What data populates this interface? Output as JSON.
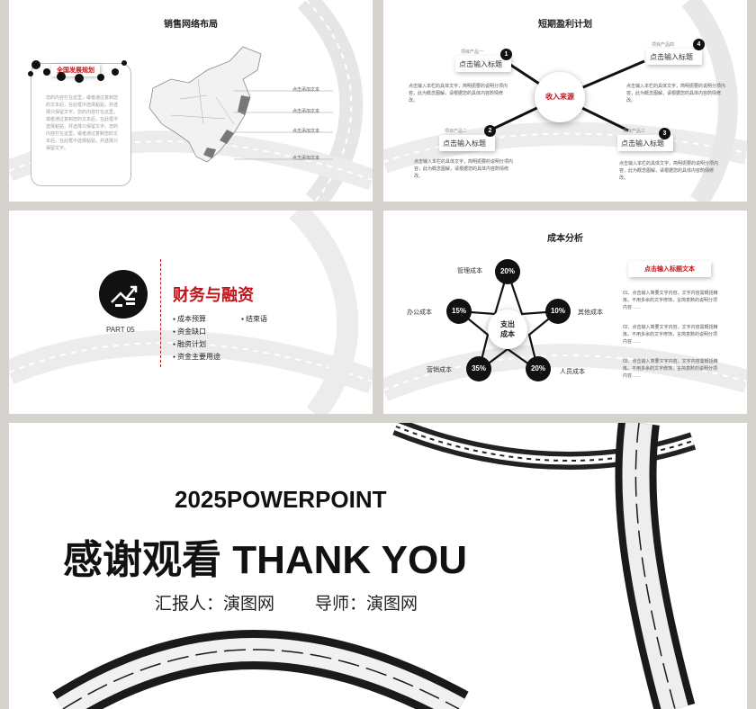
{
  "slide1": {
    "title": "销售网络布局",
    "card_title": "全国发展规划",
    "card_text": "您的内容打在这里，或者通过复制您的文本后，在此框中选择粘贴，并选择只保留文字。您的内容打在这里，或者通过复制您的文本后，在此框中选择粘贴，并选择只保留文字。您的内容打在这里，或者通过复制您的文本后，在此框中选择粘贴，并选择只保留文字。",
    "labels": [
      "点击添加文本",
      "点击添加文本",
      "点击添加文本",
      "点击添加文本"
    ]
  },
  "slide2": {
    "title": "短期盈利计划",
    "center": "收入来源",
    "items": [
      {
        "num": "1",
        "small": "项目产品一",
        "label": "点击输入标题",
        "text": "点击输入本栏的具体文字，简明扼要的说明分项内容，此为概念图解，请根据您的具体内容酌情修改。"
      },
      {
        "num": "2",
        "small": "项目产品二",
        "label": "点击输入标题",
        "text": "点击输入本栏的具体文字，简明扼要的说明分项内容，此为概念图解，请根据您的具体内容酌情修改。"
      },
      {
        "num": "3",
        "small": "项目产品三",
        "label": "点击输入标题",
        "text": "点击输入本栏的具体文字，简明扼要的说明分项内容，此为概念图解，请根据您的具体内容酌情修改。"
      },
      {
        "num": "4",
        "small": "项目产品四",
        "label": "点击输入标题",
        "text": "点击输入本栏的具体文字，简明扼要的说明分项内容，此为概念图解，请根据您的具体内容酌情修改。"
      }
    ]
  },
  "slide3": {
    "part": "PART 05",
    "heading": "财务与融资",
    "bullets_left": [
      "成本预算",
      "资金缺口",
      "融资计划",
      "资金主要用途"
    ],
    "bullets_right": [
      "结束语"
    ]
  },
  "slide4": {
    "title": "成本分析",
    "center": "支出\n成本",
    "nodes": [
      {
        "value": "20%",
        "label": "管理成本"
      },
      {
        "value": "10%",
        "label": "其他成本"
      },
      {
        "value": "20%",
        "label": "人员成本"
      },
      {
        "value": "35%",
        "label": "营销成本"
      },
      {
        "value": "15%",
        "label": "办公成本"
      }
    ],
    "tag": "点击输入标题文本",
    "points": [
      "01、点击输入简要文字内容，文字内容需概括精炼，不用多余的文字修饰，言简意赅的说明分项内容……",
      "02、点击输入简要文字内容，文字内容需概括精炼，不用多余的文字修饰，言简意赅的说明分项内容……",
      "03、点击输入简要文字内容，文字内容需概括精炼，不用多余的文字修饰，言简意赅的说明分项内容……"
    ]
  },
  "slide5": {
    "year_title": "2025POWERPOINT",
    "main": "感谢观看 THANK YOU",
    "reporter": "汇报人：演图网",
    "mentor": "导师：演图网"
  },
  "colors": {
    "accent": "#c0141b",
    "dark": "#111111"
  }
}
